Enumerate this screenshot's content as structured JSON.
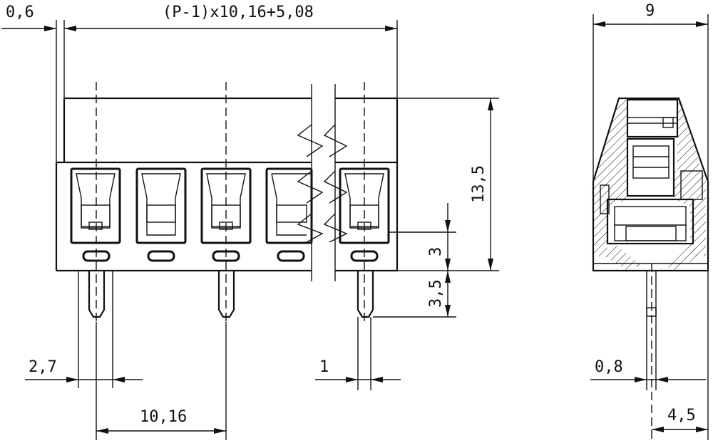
{
  "drawing": {
    "dimensions": {
      "offset_left": "0,6",
      "total_length": "(P-1)x10,16+5,08",
      "width_side": "9",
      "height_total": "13,5",
      "height_upper": "3",
      "height_lower": "3,5",
      "pin_offset": "2,7",
      "pin_width": "1",
      "pitch": "10,16",
      "side_pin_width": "0,8",
      "side_pin_offset": "4,5"
    }
  }
}
